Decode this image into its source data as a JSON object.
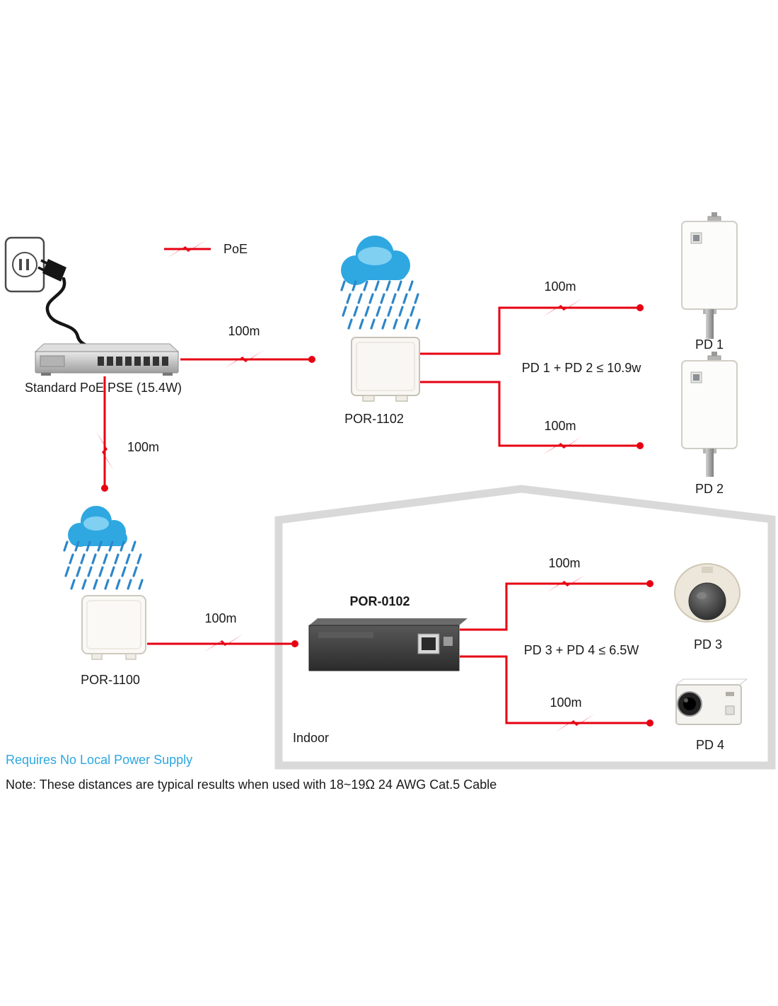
{
  "legend": {
    "poe": "PoE"
  },
  "devices": {
    "pse": "Standard PoE PSE (15.4W)",
    "por1102": "POR-1102",
    "por1100": "POR-1100",
    "por0102": "POR-0102",
    "pd1": "PD 1",
    "pd2": "PD 2",
    "pd3": "PD 3",
    "pd4": "PD 4"
  },
  "distances": {
    "pse_por1102": "100m",
    "por1102_pd1": "100m",
    "por1102_pd2": "100m",
    "pse_por1100": "100m",
    "por1100_por0102": "100m",
    "por0102_pd3": "100m",
    "por0102_pd4": "100m"
  },
  "power_budgets": {
    "outdoor_pair": "PD 1 + PD 2 ≤ 10.9w",
    "indoor_pair": "PD 3 + PD 4 ≤ 6.5W"
  },
  "zone": {
    "indoor": "Indoor"
  },
  "footnotes": {
    "highlight": "Requires No Local Power Supply",
    "note": "Note: These distances are typical results when used with 18~19Ω 24 AWG Cat.5 Cable"
  },
  "colors": {
    "link_red": "#e60012",
    "cloud_blue": "#2fa8e1",
    "highlight_blue": "#2da7df"
  }
}
